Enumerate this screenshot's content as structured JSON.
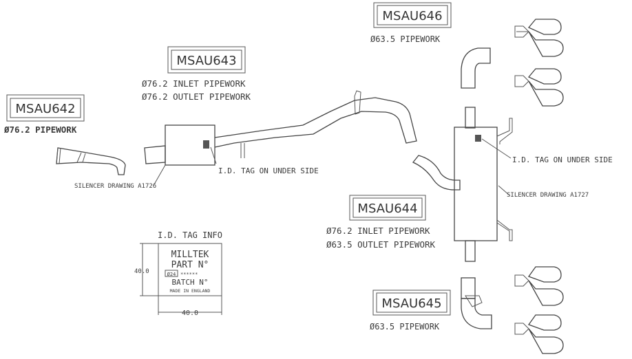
{
  "parts": {
    "p642": {
      "code": "MSAU642",
      "desc": "Ø76.2 PIPEWORK"
    },
    "p643": {
      "code": "MSAU643",
      "line1": "Ø76.2 INLET PIPEWORK",
      "line2": "Ø76.2 OUTLET PIPEWORK"
    },
    "p646": {
      "code": "MSAU646",
      "desc": "Ø63.5 PIPEWORK"
    },
    "p644": {
      "code": "MSAU644",
      "line1": "Ø76.2 INLET PIPEWORK",
      "line2": "Ø63.5 OUTLET PIPEWORK"
    },
    "p645": {
      "code": "MSAU645",
      "desc": "Ø63.5 PIPEWORK"
    }
  },
  "callouts": {
    "tag_left": "I.D. TAG ON UNDER SIDE",
    "tag_right": "I.D. TAG ON UNDER SIDE",
    "silencer_left": "SILENCER DRAWING A1726",
    "silencer_right": "SILENCER DRAWING A1727"
  },
  "tag_info": {
    "title": "I.D. TAG INFO",
    "line1": "MILLTEK",
    "line2": "PART N°",
    "line3_code": "Ø24",
    "line3_stars": "******",
    "line4": "BATCH N°",
    "line5": "MADE IN ENGLAND",
    "dim_height": "40.0",
    "dim_width": "40.0"
  }
}
